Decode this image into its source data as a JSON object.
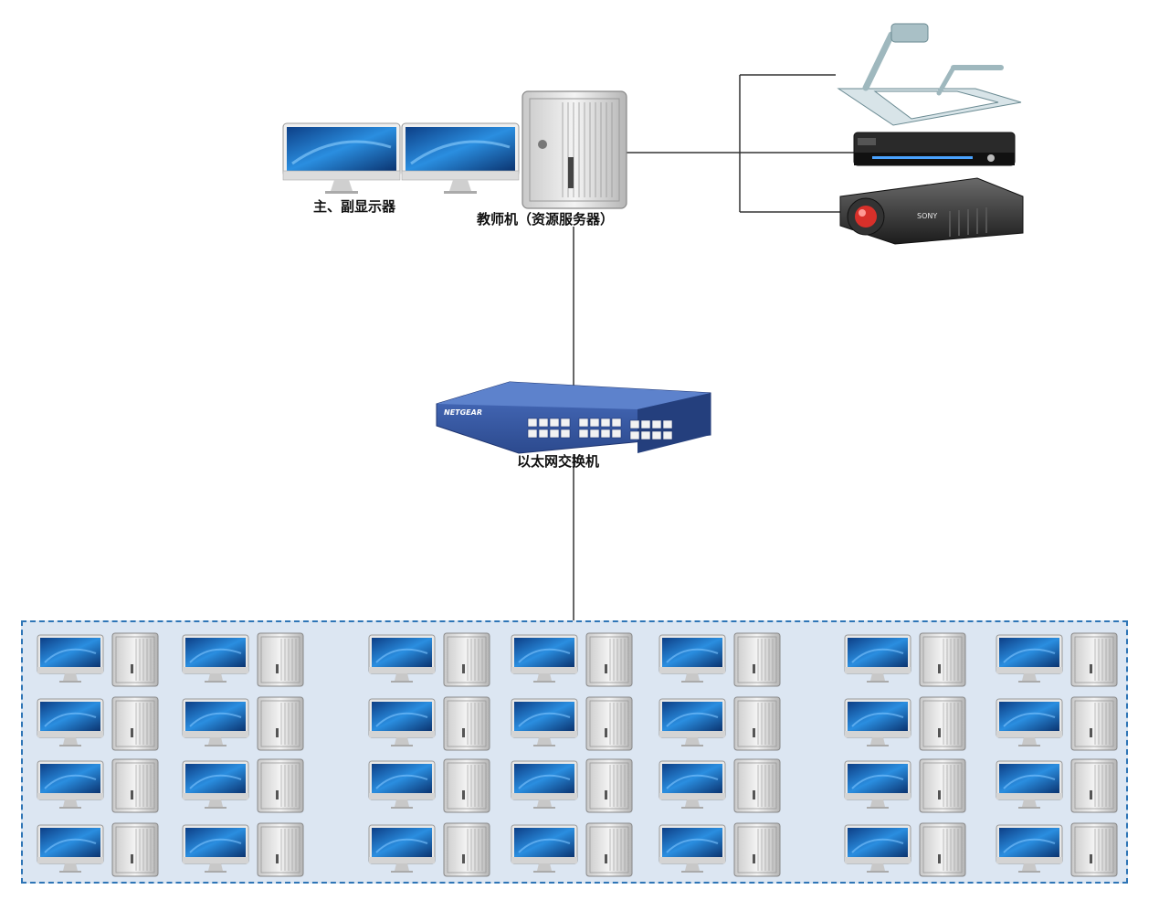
{
  "labels": {
    "displays": "主、副显示器",
    "teacher_pc": "教师机（资源服务器）",
    "switch": "以太网交换机"
  },
  "switch_brand": "NETGEAR",
  "projector_brand": "SONY",
  "student_grid": {
    "rows": 4,
    "columns": 7
  },
  "colors": {
    "line": "#333333",
    "lab_fill": "#dce6f2",
    "lab_border": "#2e75b6",
    "switch_blue": "#3b5ea8",
    "screen_blue": "#1b6fc0"
  }
}
